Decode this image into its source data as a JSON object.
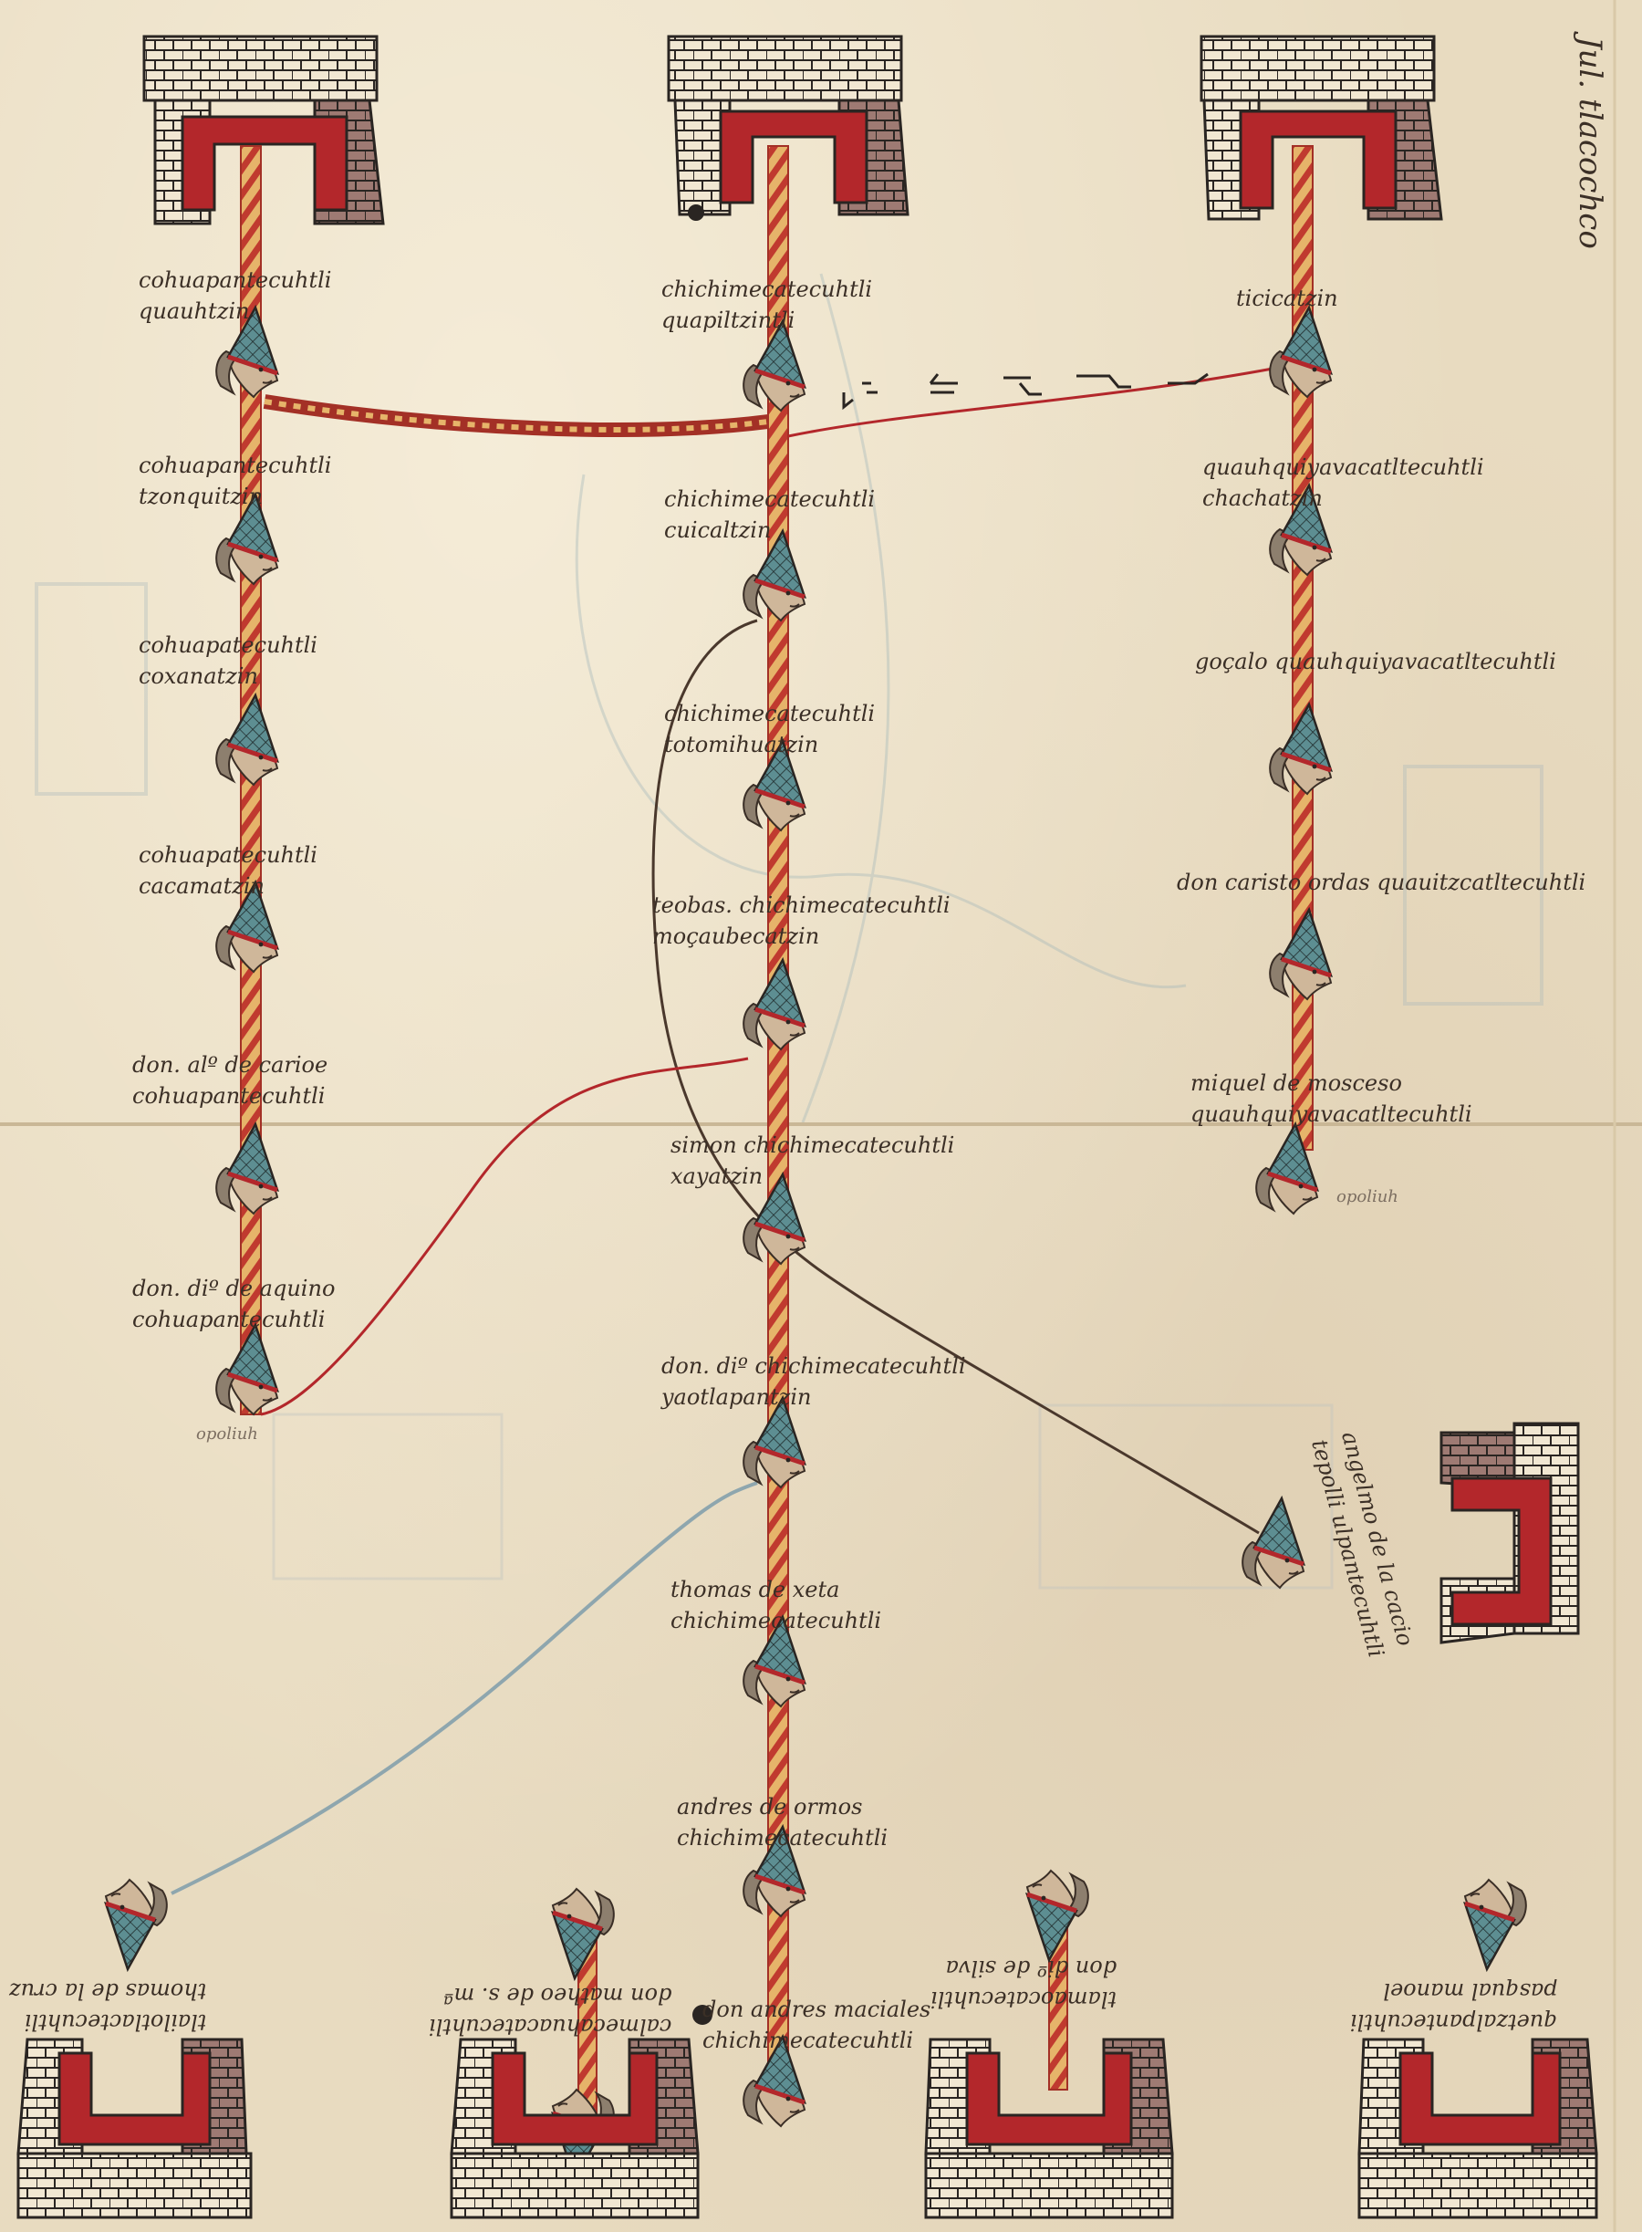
{
  "header": {
    "title": "Jul. tlacochco"
  },
  "left_column": {
    "entries": [
      {
        "line1": "cohuapantecuhtli",
        "line2": "quauhtzin"
      },
      {
        "line1": "cohuapantecuhtli",
        "line2": "tzonquitzin"
      },
      {
        "line1": "cohuapatecuhtli",
        "line2": "coxanatzin"
      },
      {
        "line1": "cohuapatecuhtli",
        "line2": "cacamatzin"
      },
      {
        "line1": "don. alº de carioe",
        "line2": "cohuapantecuhtli"
      },
      {
        "line1": "don. diº de aquino",
        "line2": "cohuapantecuhtli"
      }
    ],
    "note": "opoliuh"
  },
  "center_column": {
    "entries": [
      {
        "line1": "chichimecatecuhtli",
        "line2": "quapiltzintli"
      },
      {
        "line1": "chichimecatecuhtli",
        "line2": "cuicaltzin"
      },
      {
        "line1": "chichimecatecuhtli",
        "line2": "totomihuatzin"
      },
      {
        "line1": "teobas. chichimecatecuhtli",
        "line2": "moçaubecatzin"
      },
      {
        "line1": "simon chichimecatecuhtli",
        "line2": "xayatzin"
      },
      {
        "line1": "don. diº chichimecatecuhtli",
        "line2": "yaotlapantzin"
      },
      {
        "line1": "thomas de xeta",
        "line2": "chichimecatecuhtli"
      },
      {
        "line1": "andres de ormos",
        "line2": "chichimecatecuhtli"
      },
      {
        "line1": "don andres maciales",
        "line2": "chichimecatecuhtli"
      }
    ]
  },
  "right_column": {
    "entries": [
      {
        "line1": "ticicatzin",
        "line2": ""
      },
      {
        "line1": "quauhquiyavacatltecuhtli",
        "line2": "chachatzin"
      },
      {
        "line1": "goçalo quauhquiyavacatltecuhtli",
        "line2": ""
      },
      {
        "line1": "don caristo ordas quauitzcatltecuhtli",
        "line2": ""
      },
      {
        "line1": "miquel de mosceso",
        "line2": "quauhquiyavacatltecuhtli"
      }
    ],
    "note": "opoliuh"
  },
  "side_figure": {
    "line1": "angelmo de la cacio",
    "line2": "tepolli ulpantecuhtli"
  },
  "bottom_inverted": [
    {
      "line1": "thomas de la cruz",
      "line2": "tlailotlactecuhtli"
    },
    {
      "line1": "don matheo de s. mª",
      "line2": "calmecahuacatecuhtli"
    },
    {
      "line1": "don diº de silva",
      "line2": "tlamaocatecuhtli"
    },
    {
      "line1": "pasqual manoel",
      "line2": "quetzalpantecuhtli"
    }
  ],
  "palette": {
    "paper": "#e8dbc0",
    "red": "#b3272b",
    "stripe": "#e3b066",
    "ink": "#3b2f26",
    "teal": "#4f7f86",
    "blue": "#8ea6ae"
  }
}
